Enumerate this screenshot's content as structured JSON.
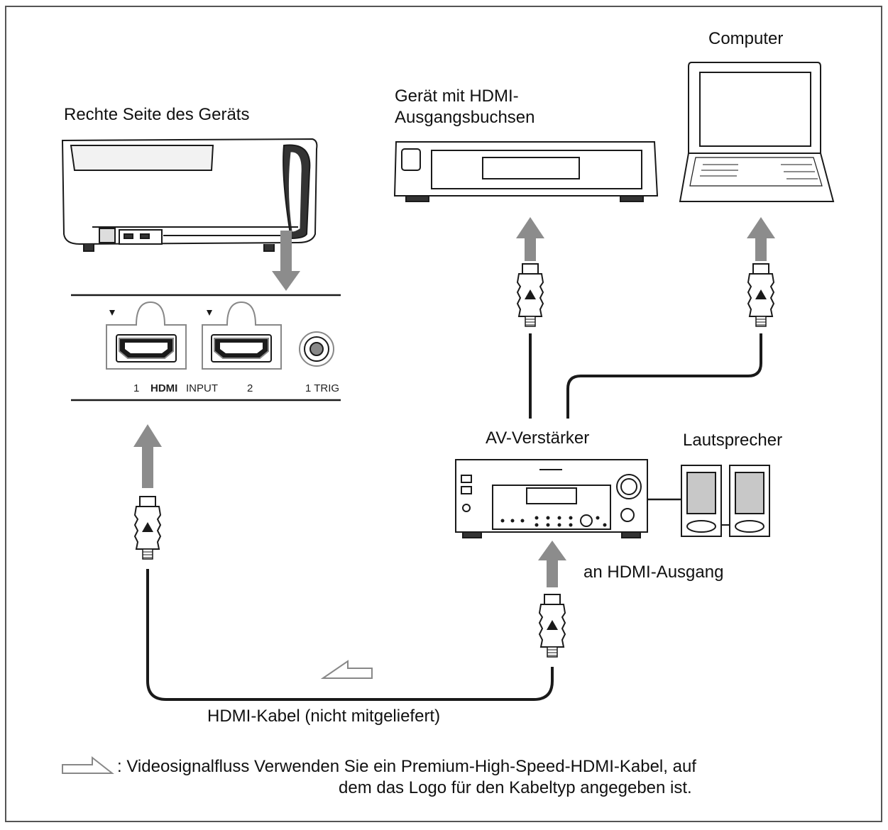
{
  "labels": {
    "projector_side": "Rechte Seite des Geräts",
    "hdmi_device": "Gerät mit HDMI-\nAusgangsbuchsen",
    "computer": "Computer",
    "av_amplifier": "AV-Verstärker",
    "speakers": "Lautsprecher",
    "hdmi_output": "an HDMI-Ausgang",
    "hdmi_cable": "HDMI-Kabel (nicht mitgeliefert)"
  },
  "panel": {
    "port1": "1",
    "hdmi_logo": "HDMI",
    "input_label": "INPUT",
    "port2": "2",
    "trigger": "1 TRIG"
  },
  "legend": {
    "line1": ": Videosignalfluss Verwenden Sie ein Premium-High-Speed-HDMI-Kabel, auf",
    "line2": "dem das Logo für den Kabeltyp angegeben ist."
  },
  "colors": {
    "line": "#1a1a1a",
    "arrow": "#8c8c8c",
    "frame": "#555555"
  }
}
